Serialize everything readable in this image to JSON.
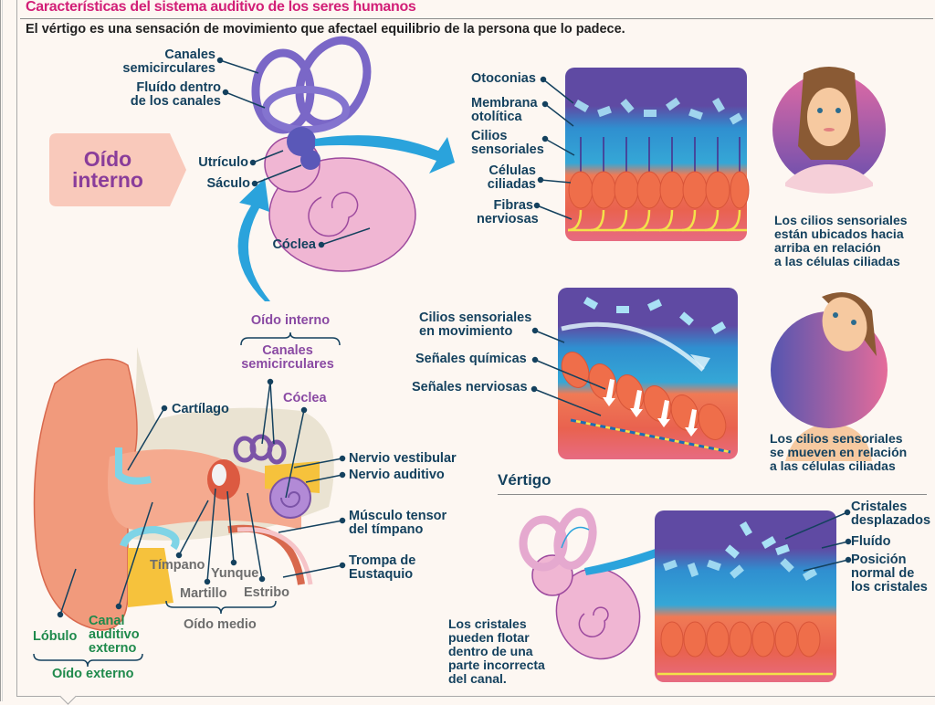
{
  "header": {
    "title": "Características del sistema auditivo de los seres humanos",
    "subtitle": "El vértigo es una sensación de movimiento que afectael equilibrio de la persona que lo padece."
  },
  "inner_ear": {
    "badge": "Oído interno",
    "labels": {
      "canales": "Canales\nsemicirculares",
      "fluido": "Fluído dentro\nde los canales",
      "utriculo": "Utrículo",
      "saculo": "Sáculo",
      "coclea": "Cóclea"
    }
  },
  "cell_panel_normal": {
    "labels": {
      "otoconias": "Otoconias",
      "membrana": "Membrana\notolítica",
      "cilios": "Cilios\nsensoriales",
      "celulas": "Células\nciliadas",
      "fibras": "Fibras\nnerviosas"
    }
  },
  "person_upright": {
    "caption": "Los cilios sensoriales\nestán ubicados hacia\narriba en relación\na las células ciliadas"
  },
  "cell_panel_moving": {
    "labels": {
      "cilios_mov": "Cilios sensoriales\nen movimiento",
      "quimicas": "Señales químicas",
      "nerviosas": "Señales nerviosas"
    }
  },
  "person_tilted": {
    "caption": "Los cilios sensoriales\nse mueven en relación\na las células ciliadas"
  },
  "ear_anatomy": {
    "inner_group": "Oído interno",
    "canales": "Canales\nsemicirculares",
    "coclea": "Cóclea",
    "cartilago": "Cartílago",
    "nervio_vestibular": "Nervio vestibular",
    "nervio_auditivo": "Nervio auditivo",
    "musculo": "Músculo tensor\ndel tímpano",
    "trompa": "Trompa de\nEustaquio",
    "timpano": "Tímpano",
    "yunque": "Yunque",
    "martillo": "Martillo",
    "estribo": "Estribo",
    "middle_group": "Oído medio",
    "lobulo": "Lóbulo",
    "canal_auditivo": "Canal\nauditivo\nexterno",
    "outer_group": "Oído externo"
  },
  "vertigo": {
    "title": "Vértigo",
    "caption": "Los cristales\npueden flotar\ndentro de una\nparte incorrecta\ndel canal.",
    "labels": {
      "desplazados": "Cristales\ndesplazados",
      "fluido": "Fluído",
      "posicion": "Posición\nnormal de\nlos cristales"
    }
  },
  "colors": {
    "title": "#d21f77",
    "label": "#14415e",
    "purple": "#8a4aa3",
    "green": "#1f8a4c",
    "arrow_blue": "#2aa3dc"
  }
}
